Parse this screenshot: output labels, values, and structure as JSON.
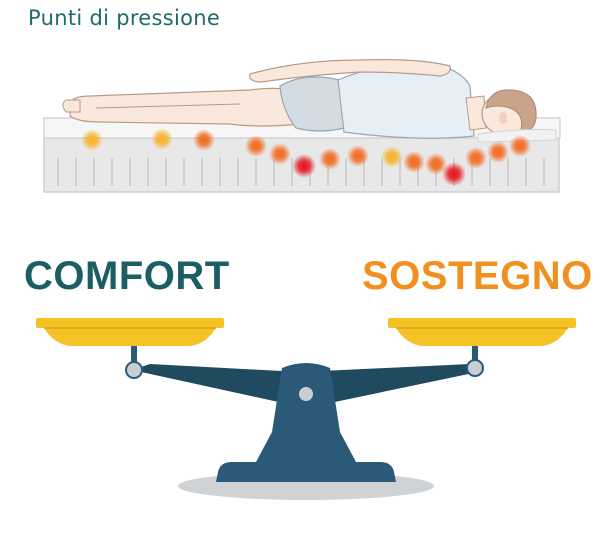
{
  "title": "Punti di pressione",
  "labels": {
    "left": "COMFORT",
    "right": "SOSTEGNO"
  },
  "colors": {
    "title": "#1f6b6b",
    "comfort": "#1b5e63",
    "sostegno": "#f0901e",
    "pan": "#f5c225",
    "scale_body": "#2a5a78",
    "beam": "#1f4a60",
    "shadow": "#cfd3d6",
    "mattress": "#e8e8e8",
    "pressure_high": "#e3141c",
    "pressure_mid": "#f16a1f",
    "pressure_low": "#f7b22a"
  },
  "icons": [
    "person-lying-icon",
    "mattress-icon",
    "balance-scale-icon"
  ]
}
